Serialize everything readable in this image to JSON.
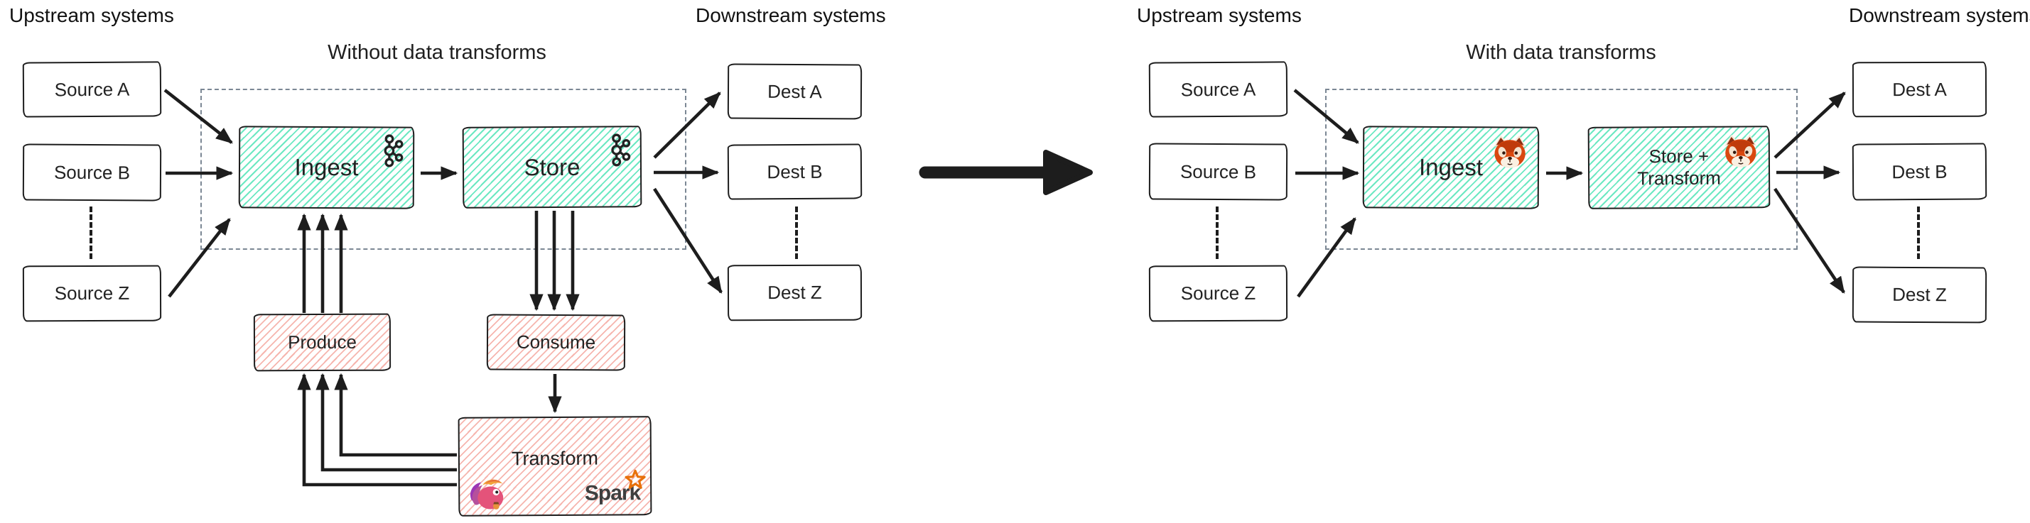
{
  "left": {
    "upstream_title": "Upstream systems",
    "downstream_title": "Downstream systems",
    "section_label": "Without data transforms",
    "sources": [
      "Source A",
      "Source B",
      "Source Z"
    ],
    "dests": [
      "Dest A",
      "Dest B",
      "Dest Z"
    ],
    "ingest_label": "Ingest",
    "store_label": "Store",
    "produce_label": "Produce",
    "consume_label": "Consume",
    "transform_label": "Transform",
    "spark_wordmark": "Spark",
    "icons": {
      "ingest": "kafka-logo",
      "store": "kafka-logo",
      "transform": [
        "flink-squirrel-logo",
        "spark-logo"
      ]
    }
  },
  "right": {
    "upstream_title": "Upstream systems",
    "downstream_title": "Downstream systems",
    "section_label": "With data transforms",
    "sources": [
      "Source A",
      "Source B",
      "Source Z"
    ],
    "dests": [
      "Dest A",
      "Dest B",
      "Dest Z"
    ],
    "ingest_label": "Ingest",
    "store_transform_line1": "Store +",
    "store_transform_line2": "Transform",
    "icons": {
      "ingest": "redpanda-logo",
      "store_transform": "redpanda-logo"
    }
  },
  "colors": {
    "teal_hatch": "#6ce8c2",
    "red_hatch": "#f6b5ae",
    "dashed_boundary": "#7b8794",
    "stroke": "#1d1d1d",
    "spark_orange": "#e8700a",
    "text": "#1f1f1f"
  }
}
